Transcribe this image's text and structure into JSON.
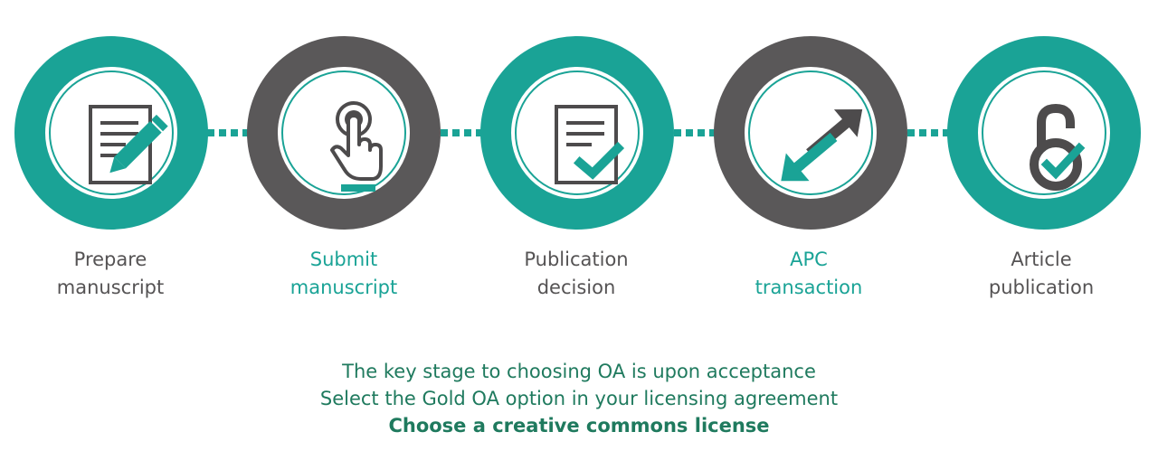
{
  "colors": {
    "teal": "#1aa396",
    "dark": "#5a5859",
    "text_gray": "#555354",
    "note_green": "#1f7a5e"
  },
  "stages": [
    {
      "line1": "Prepare",
      "line2": "manuscript",
      "icon": "document-pencil-icon",
      "ring": "teal",
      "label_color": "gray"
    },
    {
      "line1": "Submit",
      "line2": "manuscript",
      "icon": "hand-pointer-click-icon",
      "ring": "dark",
      "label_color": "teal"
    },
    {
      "line1": "Publication",
      "line2": "decision",
      "icon": "document-check-icon",
      "ring": "teal",
      "label_color": "gray"
    },
    {
      "line1": "APC",
      "line2": "transaction",
      "icon": "double-arrow-exchange-icon",
      "ring": "dark",
      "label_color": "teal"
    },
    {
      "line1": "Article",
      "line2": "publication",
      "icon": "open-access-lock-check-icon",
      "ring": "teal",
      "label_color": "gray"
    }
  ],
  "notes": {
    "line1": "The key stage to choosing OA is upon acceptance",
    "line2": "Select the Gold OA option in your licensing agreement",
    "line3": "Choose a creative commons license"
  }
}
